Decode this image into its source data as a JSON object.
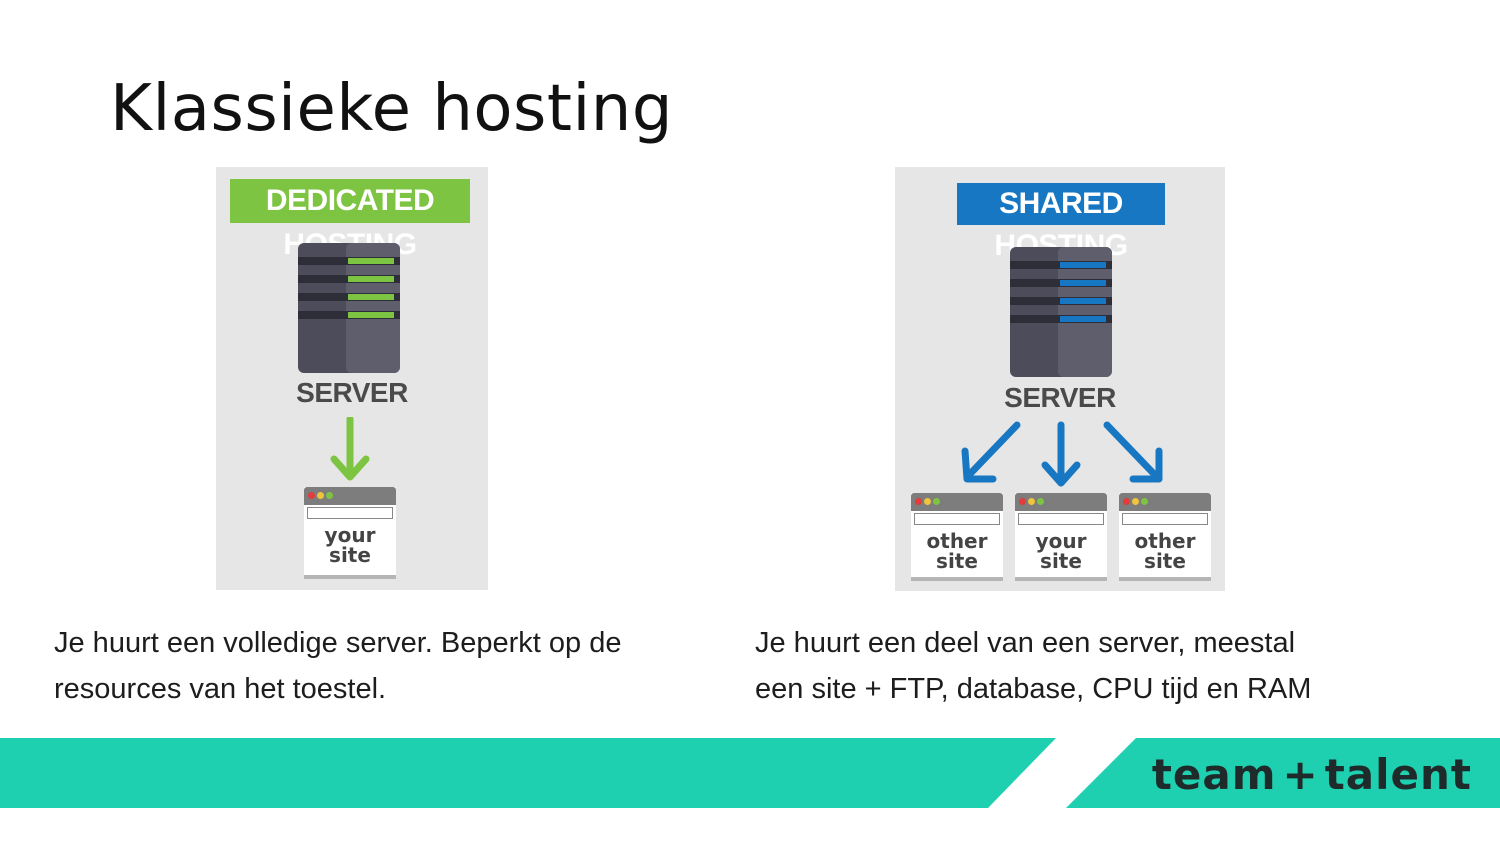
{
  "slide": {
    "title": "Klassieke hosting",
    "colors": {
      "teal": "#1ed0b0",
      "green": "#7ec443",
      "blue": "#1777c2"
    }
  },
  "dedicated": {
    "tag": "DEDICATED HOSTING",
    "server_label": "SERVER",
    "site": [
      "your",
      "site"
    ],
    "caption": [
      "Je huurt een volledige server. Beperkt op de",
      "resources van het toestel."
    ]
  },
  "shared": {
    "tag": "SHARED HOSTING",
    "server_label": "SERVER",
    "sites": [
      {
        "line1": "other",
        "line2": "site"
      },
      {
        "line1": "your",
        "line2": "site"
      },
      {
        "line1": "other",
        "line2": "site"
      }
    ],
    "caption": [
      "Je huurt een deel van een server, meestal",
      "een site + FTP, database, CPU tijd en RAM"
    ]
  },
  "footer": {
    "logo_left": "team",
    "logo_sep": "+",
    "logo_right": "talent"
  }
}
